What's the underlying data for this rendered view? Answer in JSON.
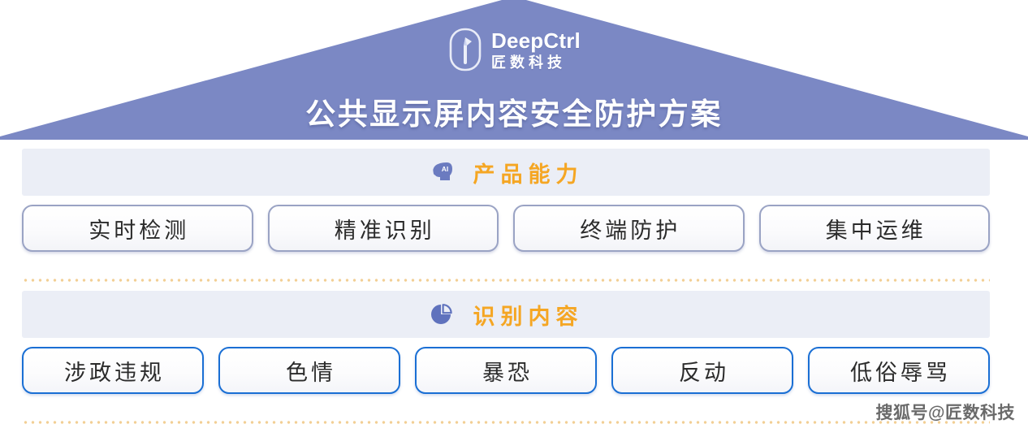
{
  "roof": {
    "logo": {
      "mark_icon": "deepctrl-logo-mark",
      "name_en": "DeepCtrl",
      "name_cn": "匠数科技"
    },
    "title": "公共显示屏内容安全防护方案"
  },
  "sections": [
    {
      "id": "capability",
      "icon": "ai-head-icon",
      "icon_label": "AI",
      "title": "产品能力",
      "items": [
        {
          "label": "实时检测"
        },
        {
          "label": "精准识别"
        },
        {
          "label": "终端防护"
        },
        {
          "label": "集中运维"
        }
      ]
    },
    {
      "id": "content",
      "icon": "pie-chart-icon",
      "title": "识别内容",
      "items": [
        {
          "label": "涉政违规"
        },
        {
          "label": "色情"
        },
        {
          "label": "暴恐"
        },
        {
          "label": "反动"
        },
        {
          "label": "低俗辱骂"
        }
      ]
    }
  ],
  "watermark": "搜狐号@匠数科技",
  "colors": {
    "roof_fill": "#7b88c4",
    "band_background": "#ebeef6",
    "section_title": "#f5a623",
    "capability_border": "#9aa3c4",
    "content_border": "#1a6fd4",
    "divider_dots": "#f2cf95",
    "page_background": "#ffffff"
  }
}
